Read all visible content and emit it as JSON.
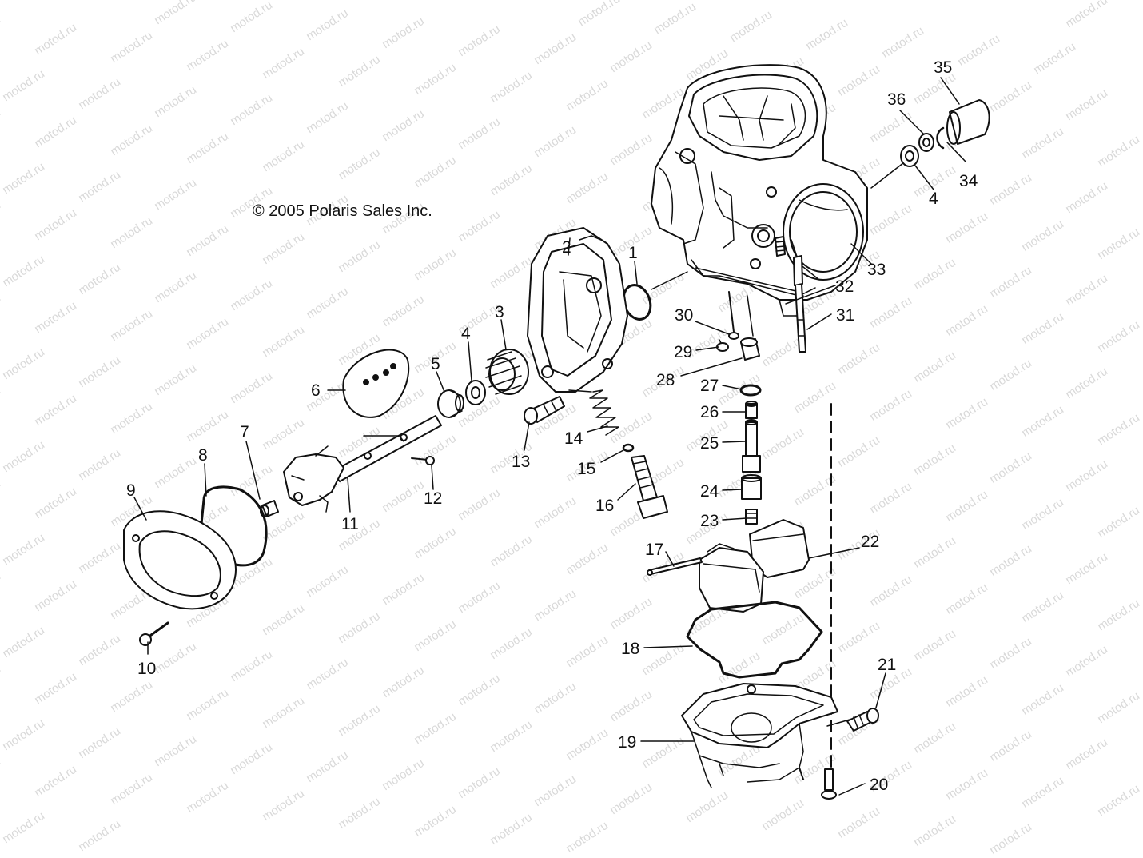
{
  "copyright": "© 2005 Polaris Sales Inc.",
  "watermark": "motod.ru",
  "callouts": [
    "1",
    "2",
    "3",
    "4",
    "4",
    "5",
    "6",
    "7",
    "8",
    "9",
    "10",
    "11",
    "12",
    "13",
    "14",
    "15",
    "16",
    "17",
    "18",
    "19",
    "20",
    "21",
    "22",
    "23",
    "24",
    "25",
    "26",
    "27",
    "28",
    "29",
    "30",
    "31",
    "32",
    "33",
    "34",
    "35",
    "36"
  ]
}
